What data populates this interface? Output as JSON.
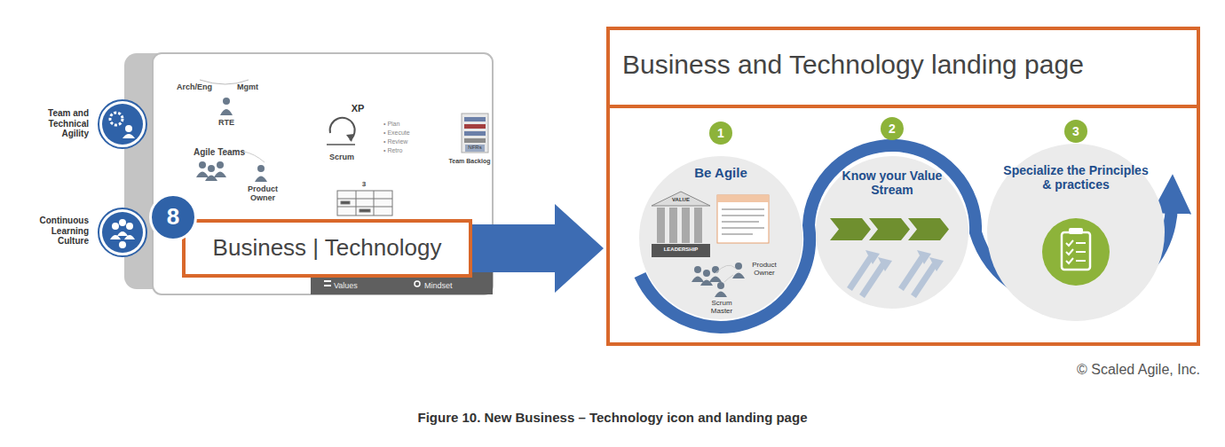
{
  "diagram": {
    "caption": "Figure 10. New Business – Technology icon and landing page",
    "nodes": [
      {
        "text": [
          "8"
        ]
      },
      {
        "text": [
          "Business | Technology"
        ]
      },
      {
        "text": [
          "Business and Technology landing page"
        ]
      },
      {
        "text": [
          "Be Agile",
          "VALUE",
          "LEADERSHIP",
          "Product Owner",
          "Scrum Master"
        ],
        "in": 2
      },
      {
        "text": [
          "1"
        ],
        "in": 3
      },
      {
        "text": [
          "Know your Value Stream"
        ],
        "in": 2
      },
      {
        "text": [
          "2"
        ],
        "in": 5
      },
      {
        "text": [
          "Specialize the Principles & practices"
        ],
        "in": 2
      },
      {
        "text": [
          "3"
        ],
        "in": 7
      }
    ],
    "edges": [
      {
        "from": 1,
        "to": 2,
        "arrow": "to"
      }
    ],
    "labels": [
      "Arch/Eng",
      "Mgmt",
      "RTE",
      "Agile Teams",
      "Product Owner",
      "Team and Technical Agility",
      "Continuous Learning Culture",
      "XP",
      "Scrum",
      "• Plan",
      "• Execute",
      "• Review",
      "• Retro",
      "Team Backlog",
      "NFRs",
      "3",
      "Values",
      "Mindset",
      "© Scaled Agile, Inc."
    ]
  }
}
